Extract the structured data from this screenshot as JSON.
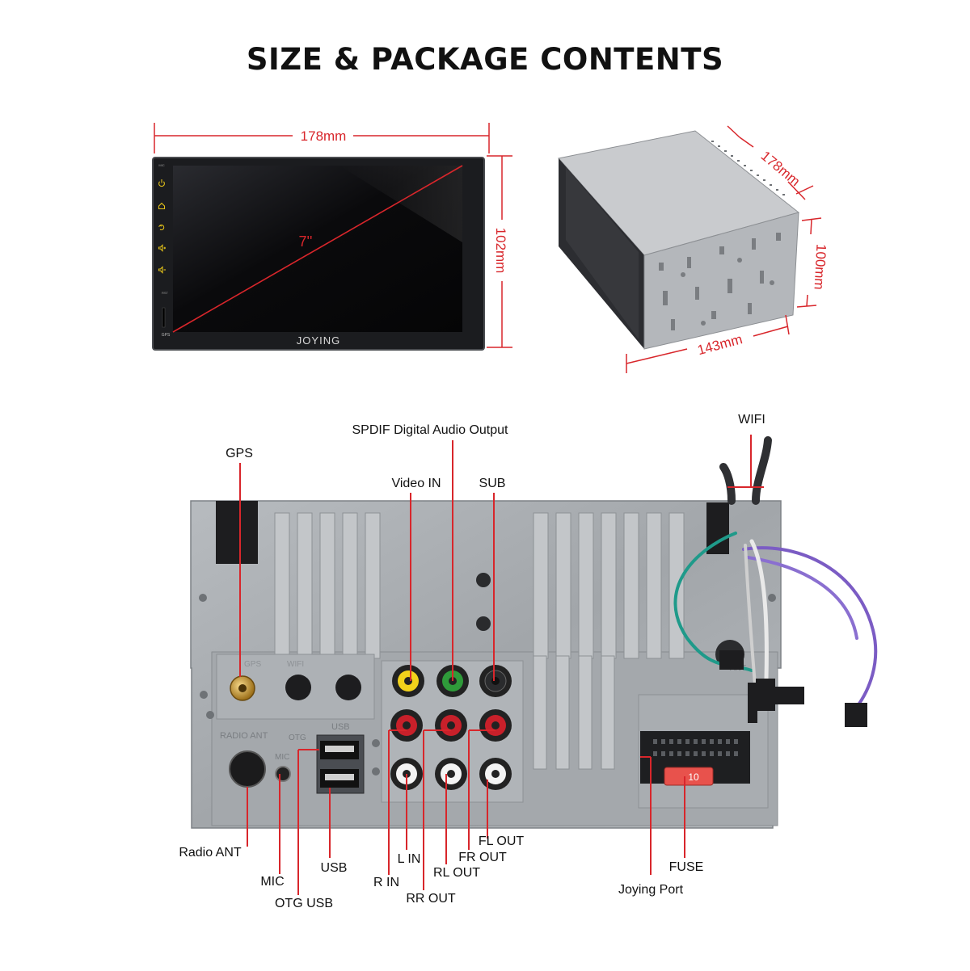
{
  "title": "SIZE & PACKAGE CONTENTS",
  "front": {
    "width_label": "178mm",
    "height_label": "102mm",
    "diagonal_label": "7''",
    "brand": "JOYING",
    "top_label": "MIC",
    "rst_label": "RST",
    "gps_label": "GPS",
    "side_icons": [
      "power-icon",
      "home-icon",
      "back-icon",
      "volume-up-icon",
      "volume-down-icon"
    ]
  },
  "box": {
    "depth_label": "178mm",
    "height_label": "100mm",
    "width_label": "143mm"
  },
  "rear": {
    "labels": {
      "gps": "GPS",
      "spdif": "SPDIF Digital Audio Output",
      "video_in": "Video IN",
      "sub": "SUB",
      "wifi": "WIFI",
      "radio_ant": "Radio ANT",
      "mic": "MIC",
      "otg_usb": "OTG USB",
      "usb": "USB",
      "r_in": "R IN",
      "l_in": "L IN",
      "rr_out": "RR OUT",
      "rl_out": "RL OUT",
      "fr_out": "FR OUT",
      "fl_out": "FL OUT",
      "joying_port": "Joying Port",
      "fuse": "FUSE"
    },
    "panel_marks": {
      "gps": "GPS",
      "wifi": "WIFI",
      "radio_ant": "RADIO ANT",
      "otg": "OTG",
      "mic": "MIC",
      "usb": "USB",
      "ant": "ANT",
      "fuse_value": "10"
    }
  },
  "colors": {
    "accent": "#d8262b",
    "panel": "#a9adb1",
    "screen": "#0b0b0d",
    "rca_yellow": "#f2d21b",
    "rca_green": "#2f9b3a",
    "rca_red": "#c8202a",
    "rca_white": "#f3f3f3",
    "wire_teal": "#1f9a8a",
    "wire_purple": "#7b5cc4"
  }
}
